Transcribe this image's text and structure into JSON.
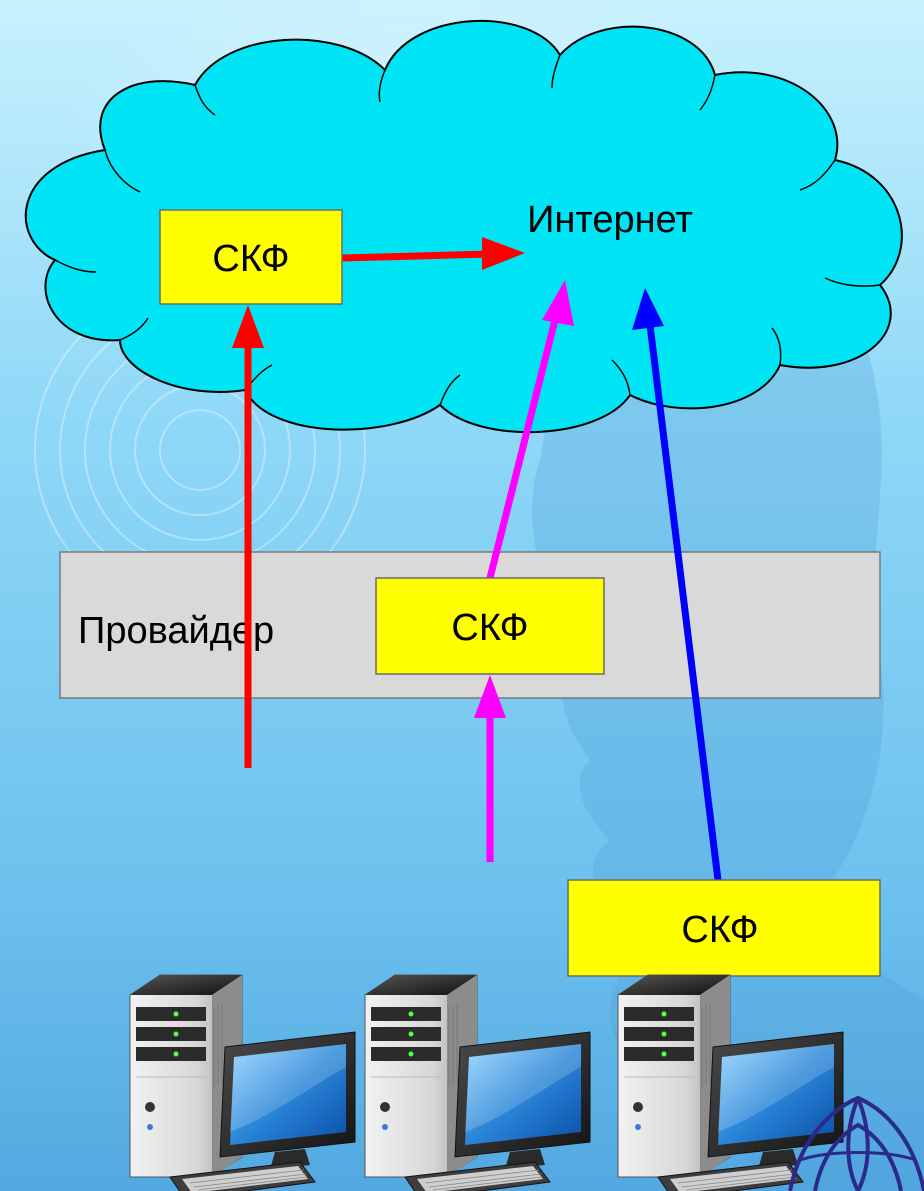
{
  "diagram": {
    "internet_label": "Интернет",
    "provider_label": "Провайдер",
    "cloud_filter_label": "СКФ",
    "provider_filter_label": "СКФ",
    "local_filter_label": "СКФ"
  },
  "colors": {
    "background_top": "#bfeefd",
    "background_bottom": "#5aaee3",
    "cloud_fill": "#00e5f5",
    "filter_fill": "#ffff00",
    "provider_fill": "#d9d9d9",
    "arrow_red": "#ff0000",
    "arrow_magenta": "#ff00ff",
    "arrow_blue": "#0000ff"
  },
  "icons": {
    "computers": [
      "desktop-computer-icon",
      "desktop-computer-icon",
      "desktop-computer-icon"
    ],
    "logo": "corner-logo"
  }
}
